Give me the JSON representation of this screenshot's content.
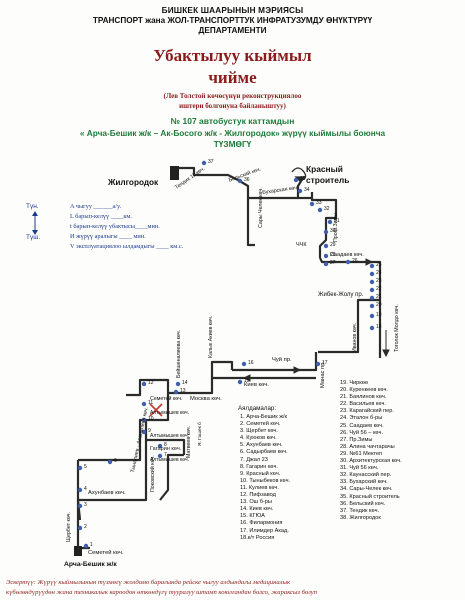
{
  "header": {
    "line1": "БИШКЕК ШААРЫНЫН МЭРИЯСЫ",
    "line2": "ТРАНСПОРТ жана ЖОЛ-ТРАНСПОРТТУК ИНФРАТУЗУМДУ ӨНҮКТҮРҮҮ",
    "line3": "ДЕПАРТАМЕНТИ"
  },
  "title": {
    "line1": "Убактылуу кыймыл",
    "line2": "чийме",
    "sub1": "(Лев Толстой көчөсүнүн реконструкциялоо",
    "sub2": "иштери болгонуна байланыштуу)"
  },
  "route": {
    "number_line": "№ 107  автобустук каттамдын",
    "desc_line1": "« Арча-Бешик ж/к – Ак-Босого ж/к - Жилгородок» жүрүү кыймылы боюнча",
    "desc_line2": "ТҮЗМӨГҮ"
  },
  "legend": {
    "tun": "Түн.",
    "tush": "Түш.",
    "lines": [
      "A чыгуу ______а/у.",
      "L барып-келүү ____км.",
      "t барып-келүү убактысы____мин.",
      "И жүрүү аралыгы ____  мин.",
      "V эксплуатациялоо ылдамдыгы ____ км.с."
    ]
  },
  "map_labels": {
    "zhilgorodok": "Жилгородок",
    "krasny_1": "Красный",
    "krasny_2": "строитель",
    "tendik": "Тендик 11 көч.",
    "belsky": "Бельский көч.",
    "bukhar": "Бухарская көч.",
    "sary_chelek": "Сары Челек көч.",
    "prof_zimy": "Проф.Зимы",
    "chchk": "ЧЧК",
    "saadaev": "Саадаев көч.",
    "zhibek": "Жибек-Жолу пр.",
    "togolok": "Тоголок Молдо көч.",
    "ivanov": "Иванов көч.",
    "chuy": "Чуй пр.",
    "kiev": "Киев көч.",
    "manas": "Манас пр.",
    "kalyk": "Калык Акиев көч.",
    "beishenaliev": "Бейшеналиева көч.",
    "moskva": "Москва көч.",
    "semetey_top": "Семетей көч.",
    "tynaliev": "Тыналиев - Асаналиев көч.",
    "altymyshev1": "Алтымышев көч.",
    "altymyshev2": "Алтымышев көч.",
    "altymyshev3": "Алтымышев көч.",
    "gagarin": "Гагарин көч.",
    "pokovsky": "Поковский көч.",
    "matveev": "Матвеев көч.",
    "ya_gashek": "Я. Гашек б",
    "akhunbaev": "Ахунбаев көч.",
    "sherbet": "Щербет көч.",
    "semetey_bottom": "Семетей көч.",
    "archa": "Арча-Бешик ж/к"
  },
  "stop_numbers": [
    "37",
    "36",
    "35",
    "34",
    "33",
    "32",
    "31",
    "30",
    "29",
    "28",
    "27",
    "26",
    "25",
    "24",
    "23",
    "22",
    "21",
    "20",
    "19",
    "18",
    "17",
    "16",
    "15",
    "14",
    "13",
    "12",
    "11",
    "10",
    "9",
    "8",
    "7",
    "6",
    "5",
    "4",
    "3",
    "2",
    "1"
  ],
  "stops_header": "Аялдамалар:",
  "stops_left": [
    "1. Арча-Бешик ж/к",
    "2. Семетей көч.",
    "3. Щербет көч.",
    "4. Куюков көч.",
    "5. Ахунбаев көч.",
    "6. Садырбаев көч.",
    "7. Джал 23",
    "8. Гагарин көч.",
    "9. Красный көч.",
    "10. Тыныбеков көч.",
    "11. Кулиев көч.",
    "12. Пифзавод",
    "13. Ош б-ры",
    "14. Киев көч.",
    "15. КГЮА",
    "16. Филармония",
    "17. Илимдер Акад.",
    "18.к/т Россия"
  ],
  "stops_right": [
    "19. Чиркөө",
    "20. Куренкеев көч.",
    "21. Баялинов көч.",
    "22. Васильев көч.",
    "23. Карагайский пер.",
    "24. Эталон б-ры",
    "25. Саадаев көч.",
    "26. Чуй 56 – көч.",
    "27. Пр.Зимы",
    "28. Алина чачтарачы",
    "29. №61 Мектеп",
    "30. Архитектурская көч.",
    "31. Чуй 56 көч.",
    "32. Каунасский пер.",
    "33. Бухарский көч.",
    "34. Сары-Челек көч.",
    "35. Красный строитель",
    "36. Бельский көч.",
    "37. Тендик көч.",
    "38. Жилгородок"
  ],
  "footer": {
    "line1": "Эскертүү: Жүрүү кыймылынын түзмөгү жолдомо барагында рейске чыгуу алдындагы медициналык",
    "line2": "күбөлөндүрүүдөн жана техникалык кароодон өткөндүгү тууралуу штамп коюлгандан болсо, жараксыз болуп"
  },
  "colors": {
    "route": "#2b2b2b",
    "stop": "#3d5fae",
    "title": "#8b1a1a",
    "legend": "#1a3a8a",
    "cross": "#c0392b"
  }
}
